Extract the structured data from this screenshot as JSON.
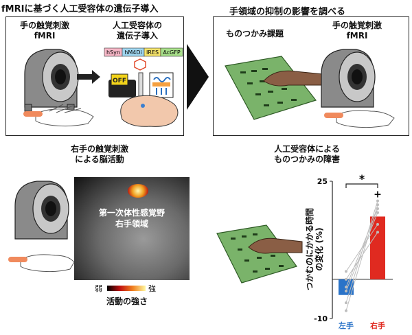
{
  "panel_a": {
    "title": "fMRIに基づく人工受容体の遺伝子導入",
    "left_label": [
      "手の触覚刺激",
      "fMRI"
    ],
    "right_label": [
      "人工受容体の",
      "遺伝子導入"
    ],
    "construct": [
      "hSyn",
      "hM4Di",
      "IRES",
      "AcGFP"
    ],
    "switch_off": "OFF"
  },
  "panel_b": {
    "title": "手領域の抑制の影響を調べる",
    "left_label": "ものつかみ課題",
    "right_label": [
      "手の触覚刺激",
      "fMRI"
    ]
  },
  "panel_c": {
    "title": [
      "右手の触覚刺激",
      "による脳活動"
    ],
    "brain_label": [
      "第一次体性感覚野",
      "右手領域"
    ],
    "scale_min": "弱",
    "scale_max": "強",
    "scale_title": "活動の強さ"
  },
  "panel_d": {
    "title": [
      "人工受容体による",
      "ものつかみの障害"
    ],
    "ylabel": [
      "つかむのにかかる時間",
      "の変化 (%)"
    ],
    "significance": "*",
    "plus": "+"
  },
  "chart_data": {
    "type": "bar",
    "categories": [
      "左手",
      "右手"
    ],
    "values": [
      -4,
      16
    ],
    "ylim": [
      -10,
      25
    ],
    "yticks": [
      25,
      -10
    ],
    "colors": [
      "#2a73c8",
      "#e02a20"
    ]
  }
}
